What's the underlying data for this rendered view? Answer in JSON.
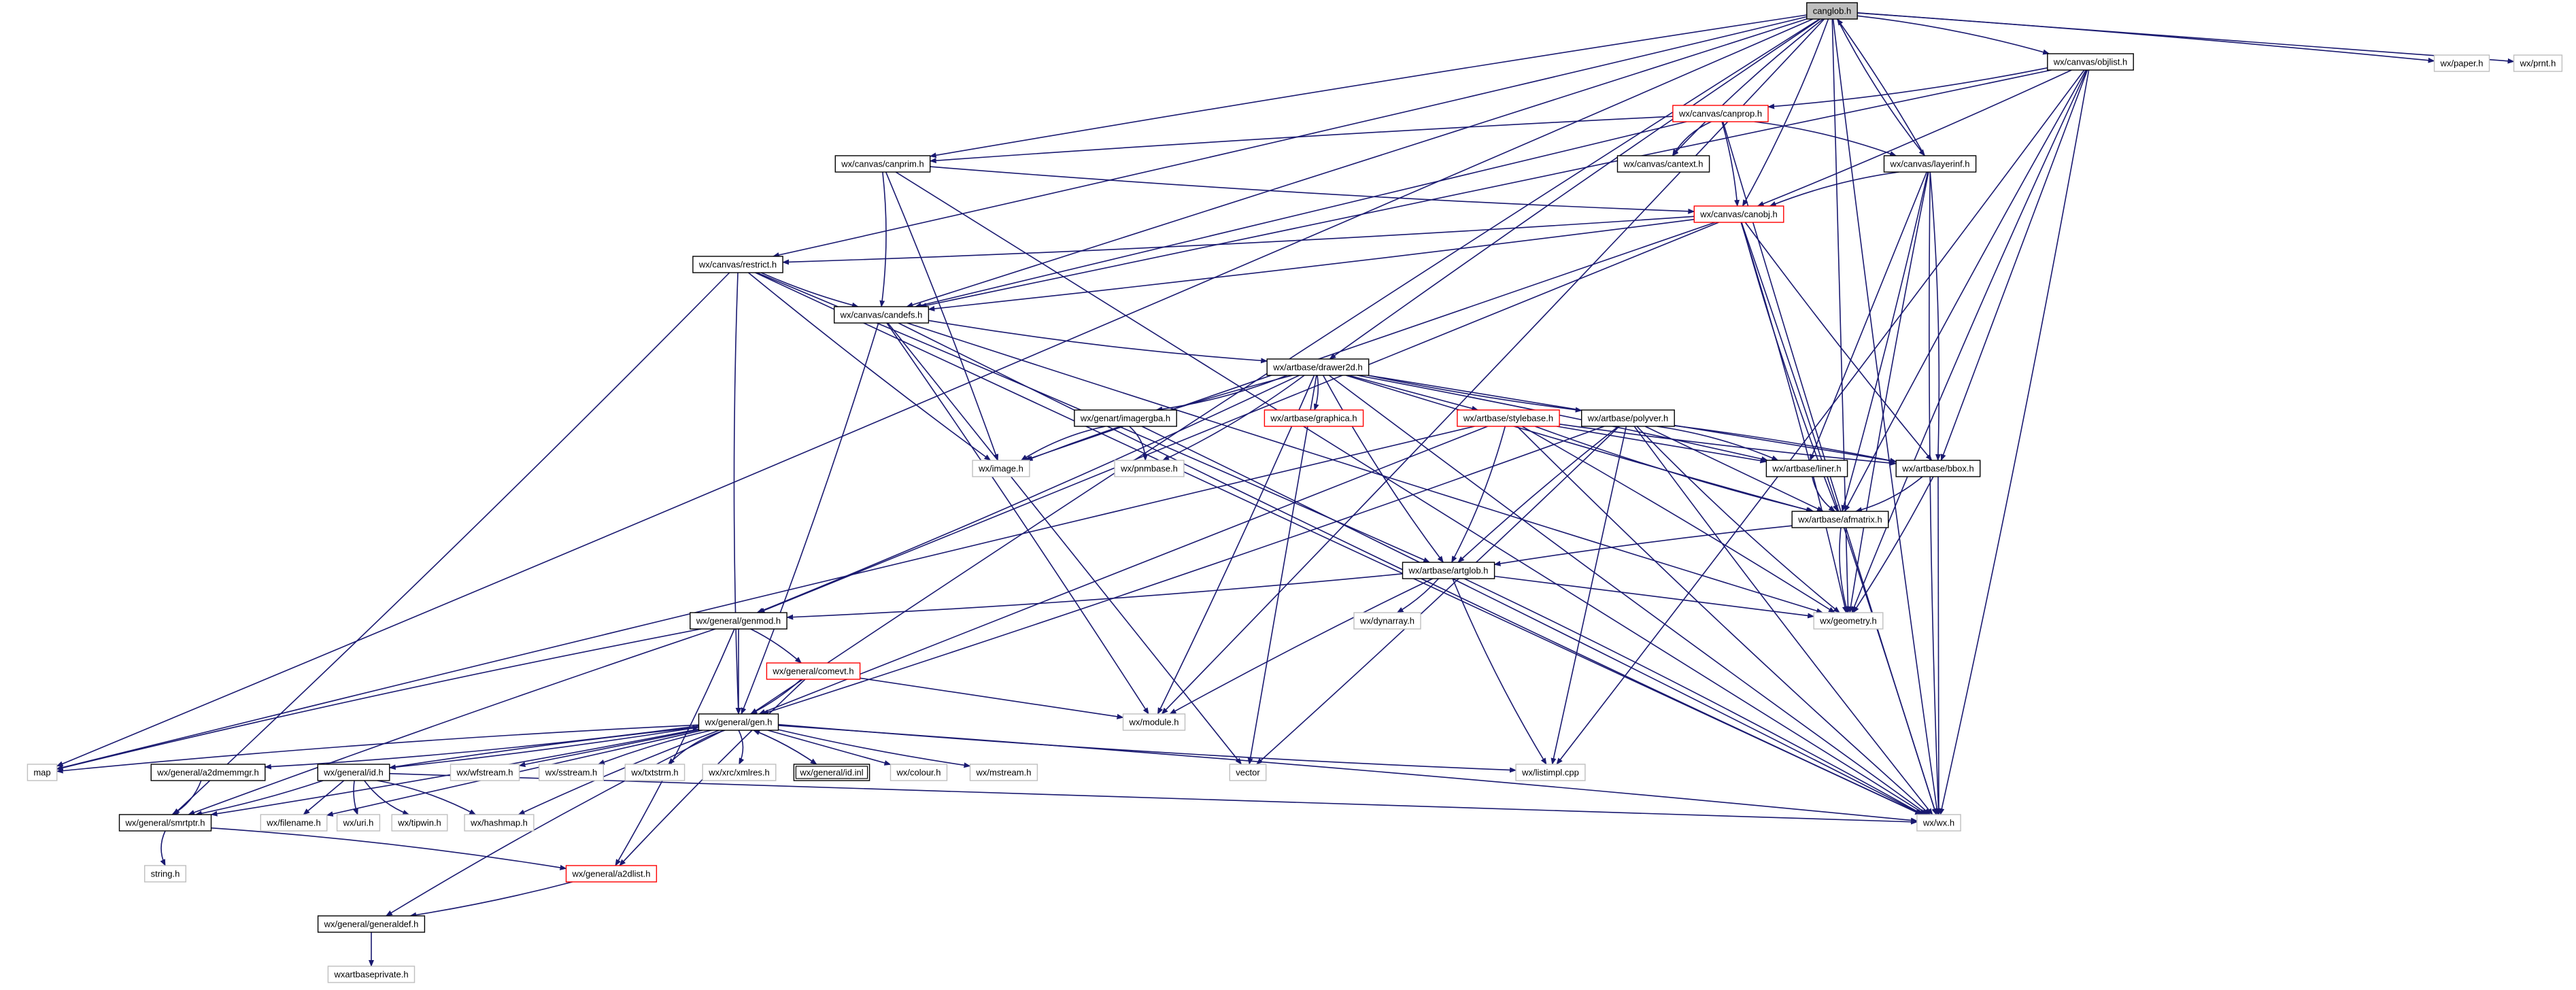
{
  "graph": {
    "colors": {
      "edge": "#191970",
      "box_plain": "#000000",
      "box_truncated": "#ff0000",
      "box_leaf": "#bfbfbf",
      "root_fill": "#bfbfbf"
    },
    "nodes": [
      {
        "id": "canglob",
        "label": "canglob.h",
        "style": "root"
      },
      {
        "id": "objlist",
        "label": "wx/canvas/objlist.h",
        "style": "plain"
      },
      {
        "id": "paper",
        "label": "wx/paper.h",
        "style": "leaf"
      },
      {
        "id": "prnt",
        "label": "wx/prnt.h",
        "style": "leaf"
      },
      {
        "id": "canprop",
        "label": "wx/canvas/canprop.h",
        "style": "truncated"
      },
      {
        "id": "canprim",
        "label": "wx/canvas/canprim.h",
        "style": "plain"
      },
      {
        "id": "cantext",
        "label": "wx/canvas/cantext.h",
        "style": "plain"
      },
      {
        "id": "layerinf",
        "label": "wx/canvas/layerinf.h",
        "style": "plain"
      },
      {
        "id": "canobj",
        "label": "wx/canvas/canobj.h",
        "style": "truncated"
      },
      {
        "id": "restrict",
        "label": "wx/canvas/restrict.h",
        "style": "plain"
      },
      {
        "id": "candefs",
        "label": "wx/canvas/candefs.h",
        "style": "plain"
      },
      {
        "id": "drawer2d",
        "label": "wx/artbase/drawer2d.h",
        "style": "plain"
      },
      {
        "id": "imagergba",
        "label": "wx/genart/imagergba.h",
        "style": "plain"
      },
      {
        "id": "graphica",
        "label": "wx/artbase/graphica.h",
        "style": "truncated"
      },
      {
        "id": "stylebase",
        "label": "wx/artbase/stylebase.h",
        "style": "truncated"
      },
      {
        "id": "polyver",
        "label": "wx/artbase/polyver.h",
        "style": "plain"
      },
      {
        "id": "image",
        "label": "wx/image.h",
        "style": "leaf"
      },
      {
        "id": "pnmbase",
        "label": "wx/pnmbase.h",
        "style": "leaf"
      },
      {
        "id": "liner",
        "label": "wx/artbase/liner.h",
        "style": "plain"
      },
      {
        "id": "bbox",
        "label": "wx/artbase/bbox.h",
        "style": "plain"
      },
      {
        "id": "afmatrix",
        "label": "wx/artbase/afmatrix.h",
        "style": "plain"
      },
      {
        "id": "artglob",
        "label": "wx/artbase/artglob.h",
        "style": "plain"
      },
      {
        "id": "genmod",
        "label": "wx/general/genmod.h",
        "style": "plain"
      },
      {
        "id": "dynarray",
        "label": "wx/dynarray.h",
        "style": "leaf"
      },
      {
        "id": "geometry",
        "label": "wx/geometry.h",
        "style": "leaf"
      },
      {
        "id": "comevt",
        "label": "wx/general/comevt.h",
        "style": "truncated"
      },
      {
        "id": "module",
        "label": "wx/module.h",
        "style": "leaf"
      },
      {
        "id": "gen",
        "label": "wx/general/gen.h",
        "style": "plain"
      },
      {
        "id": "map",
        "label": "map",
        "style": "leaf"
      },
      {
        "id": "a2dmemmgr",
        "label": "wx/general/a2dmemmgr.h",
        "style": "plain"
      },
      {
        "id": "idh",
        "label": "wx/general/id.h",
        "style": "plain"
      },
      {
        "id": "wfstream",
        "label": "wx/wfstream.h",
        "style": "leaf"
      },
      {
        "id": "sstream",
        "label": "wx/sstream.h",
        "style": "leaf"
      },
      {
        "id": "txtstrm",
        "label": "wx/txtstrm.h",
        "style": "leaf"
      },
      {
        "id": "xmlres",
        "label": "wx/xrc/xmlres.h",
        "style": "leaf"
      },
      {
        "id": "idinl",
        "label": "wx/general/id.inl",
        "style": "double"
      },
      {
        "id": "colour",
        "label": "wx/colour.h",
        "style": "leaf"
      },
      {
        "id": "mstream",
        "label": "wx/mstream.h",
        "style": "leaf"
      },
      {
        "id": "vector",
        "label": "vector",
        "style": "leaf"
      },
      {
        "id": "listimpl",
        "label": "wx/listimpl.cpp",
        "style": "leaf"
      },
      {
        "id": "wxh",
        "label": "wx/wx.h",
        "style": "leaf"
      },
      {
        "id": "smrtptr",
        "label": "wx/general/smrtptr.h",
        "style": "plain"
      },
      {
        "id": "filename",
        "label": "wx/filename.h",
        "style": "leaf"
      },
      {
        "id": "uri",
        "label": "wx/uri.h",
        "style": "leaf"
      },
      {
        "id": "tipwin",
        "label": "wx/tipwin.h",
        "style": "leaf"
      },
      {
        "id": "hashmap",
        "label": "wx/hashmap.h",
        "style": "leaf"
      },
      {
        "id": "stringh",
        "label": "string.h",
        "style": "leaf"
      },
      {
        "id": "a2dlist",
        "label": "wx/general/a2dlist.h",
        "style": "truncated"
      },
      {
        "id": "generaldef",
        "label": "wx/general/generaldef.h",
        "style": "plain"
      },
      {
        "id": "artbaseprivate",
        "label": "wxartbaseprivate.h",
        "style": "leaf"
      }
    ],
    "edges": [
      [
        "canglob",
        "objlist"
      ],
      [
        "canglob",
        "paper"
      ],
      [
        "canglob",
        "prnt"
      ],
      [
        "canglob",
        "canprim"
      ],
      [
        "canglob",
        "cantext"
      ],
      [
        "canglob",
        "canobj"
      ],
      [
        "canglob",
        "restrict"
      ],
      [
        "canglob",
        "candefs"
      ],
      [
        "canglob",
        "drawer2d"
      ],
      [
        "canglob",
        "gen"
      ],
      [
        "canglob",
        "map"
      ],
      [
        "canglob",
        "module"
      ],
      [
        "canglob",
        "geometry"
      ],
      [
        "canglob",
        "wxh"
      ],
      [
        "canglob",
        "layerinf"
      ],
      [
        "objlist",
        "canprop"
      ],
      [
        "objlist",
        "canobj"
      ],
      [
        "objlist",
        "candefs"
      ],
      [
        "objlist",
        "afmatrix"
      ],
      [
        "objlist",
        "geometry"
      ],
      [
        "objlist",
        "wxh"
      ],
      [
        "objlist",
        "listimpl"
      ],
      [
        "objlist",
        "bbox"
      ],
      [
        "canprop",
        "canprim"
      ],
      [
        "canprop",
        "cantext"
      ],
      [
        "canprop",
        "layerinf"
      ],
      [
        "canprop",
        "canobj"
      ],
      [
        "canprop",
        "candefs"
      ],
      [
        "canprop",
        "wxh"
      ],
      [
        "canprim",
        "canobj"
      ],
      [
        "canprim",
        "candefs"
      ],
      [
        "canprim",
        "image"
      ],
      [
        "canprim",
        "wxh"
      ],
      [
        "layerinf",
        "canglob"
      ],
      [
        "layerinf",
        "canobj"
      ],
      [
        "layerinf",
        "bbox"
      ],
      [
        "layerinf",
        "afmatrix"
      ],
      [
        "layerinf",
        "liner"
      ],
      [
        "layerinf",
        "geometry"
      ],
      [
        "layerinf",
        "wxh"
      ],
      [
        "canobj",
        "restrict"
      ],
      [
        "canobj",
        "candefs"
      ],
      [
        "canobj",
        "image"
      ],
      [
        "canobj",
        "bbox"
      ],
      [
        "canobj",
        "afmatrix"
      ],
      [
        "canobj",
        "geometry"
      ],
      [
        "canobj",
        "wxh"
      ],
      [
        "canobj",
        "genmod"
      ],
      [
        "restrict",
        "candefs"
      ],
      [
        "restrict",
        "gen"
      ],
      [
        "restrict",
        "smrtptr"
      ],
      [
        "restrict",
        "artglob"
      ],
      [
        "restrict",
        "wxh"
      ],
      [
        "restrict",
        "image"
      ],
      [
        "candefs",
        "drawer2d"
      ],
      [
        "candefs",
        "gen"
      ],
      [
        "candefs",
        "module"
      ],
      [
        "candefs",
        "vector"
      ],
      [
        "candefs",
        "geometry"
      ],
      [
        "candefs",
        "wxh"
      ],
      [
        "drawer2d",
        "imagergba"
      ],
      [
        "drawer2d",
        "graphica"
      ],
      [
        "drawer2d",
        "stylebase"
      ],
      [
        "drawer2d",
        "polyver"
      ],
      [
        "drawer2d",
        "image"
      ],
      [
        "drawer2d",
        "pnmbase"
      ],
      [
        "drawer2d",
        "liner"
      ],
      [
        "drawer2d",
        "bbox"
      ],
      [
        "drawer2d",
        "afmatrix"
      ],
      [
        "drawer2d",
        "artglob"
      ],
      [
        "drawer2d",
        "genmod"
      ],
      [
        "drawer2d",
        "module"
      ],
      [
        "drawer2d",
        "vector"
      ],
      [
        "drawer2d",
        "wxh"
      ],
      [
        "imagergba",
        "image"
      ],
      [
        "imagergba",
        "pnmbase"
      ],
      [
        "imagergba",
        "wxh"
      ],
      [
        "stylebase",
        "liner"
      ],
      [
        "stylebase",
        "bbox"
      ],
      [
        "stylebase",
        "afmatrix"
      ],
      [
        "stylebase",
        "artglob"
      ],
      [
        "stylebase",
        "geometry"
      ],
      [
        "stylebase",
        "gen"
      ],
      [
        "stylebase",
        "map"
      ],
      [
        "stylebase",
        "wxh"
      ],
      [
        "polyver",
        "liner"
      ],
      [
        "polyver",
        "bbox"
      ],
      [
        "polyver",
        "afmatrix"
      ],
      [
        "polyver",
        "artglob"
      ],
      [
        "polyver",
        "geometry"
      ],
      [
        "polyver",
        "gen"
      ],
      [
        "polyver",
        "vector"
      ],
      [
        "polyver",
        "listimpl"
      ],
      [
        "polyver",
        "wxh"
      ],
      [
        "liner",
        "afmatrix"
      ],
      [
        "bbox",
        "afmatrix"
      ],
      [
        "bbox",
        "geometry"
      ],
      [
        "bbox",
        "wxh"
      ],
      [
        "afmatrix",
        "artglob"
      ],
      [
        "afmatrix",
        "geometry"
      ],
      [
        "artglob",
        "genmod"
      ],
      [
        "artglob",
        "dynarray"
      ],
      [
        "artglob",
        "geometry"
      ],
      [
        "artglob",
        "module"
      ],
      [
        "artglob",
        "listimpl"
      ],
      [
        "artglob",
        "wxh"
      ],
      [
        "genmod",
        "comevt"
      ],
      [
        "genmod",
        "gen"
      ],
      [
        "genmod",
        "smrtptr"
      ],
      [
        "genmod",
        "map"
      ],
      [
        "genmod",
        "a2dlist"
      ],
      [
        "comevt",
        "gen"
      ],
      [
        "comevt",
        "module"
      ],
      [
        "comevt",
        "a2dlist"
      ],
      [
        "gen",
        "map"
      ],
      [
        "gen",
        "a2dmemmgr"
      ],
      [
        "gen",
        "idh"
      ],
      [
        "gen",
        "wfstream"
      ],
      [
        "gen",
        "sstream"
      ],
      [
        "gen",
        "txtstrm"
      ],
      [
        "gen",
        "xmlres"
      ],
      [
        "gen",
        "idinl"
      ],
      [
        "gen",
        "colour"
      ],
      [
        "gen",
        "mstream"
      ],
      [
        "gen",
        "listimpl"
      ],
      [
        "gen",
        "wxh"
      ],
      [
        "gen",
        "smrtptr"
      ],
      [
        "gen",
        "filename"
      ],
      [
        "gen",
        "hashmap"
      ],
      [
        "gen",
        "generaldef"
      ],
      [
        "a2dmemmgr",
        "smrtptr"
      ],
      [
        "idh",
        "smrtptr"
      ],
      [
        "idh",
        "filename"
      ],
      [
        "idh",
        "uri"
      ],
      [
        "idh",
        "tipwin"
      ],
      [
        "idh",
        "hashmap"
      ],
      [
        "idh",
        "gen"
      ],
      [
        "idh",
        "wxh"
      ],
      [
        "idinl",
        "gen"
      ],
      [
        "smrtptr",
        "stringh"
      ],
      [
        "smrtptr",
        "a2dlist"
      ],
      [
        "a2dlist",
        "generaldef"
      ],
      [
        "generaldef",
        "artbaseprivate"
      ]
    ]
  }
}
